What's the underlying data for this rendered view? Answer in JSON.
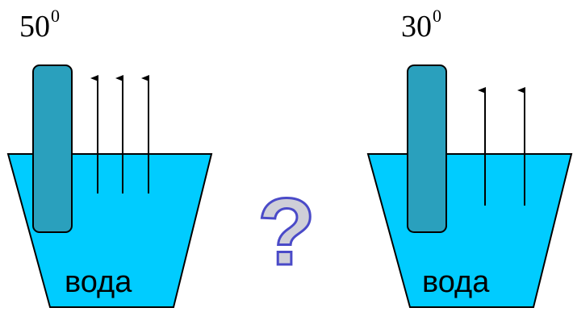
{
  "left_beaker": {
    "temperature_value": "50",
    "temperature_superscript": "0",
    "liquid_label": "вода",
    "vapor_arrow_count": 3
  },
  "right_beaker": {
    "temperature_value": "30",
    "temperature_superscript": "0",
    "liquid_label": "вода",
    "vapor_arrow_count": 2
  },
  "question_mark": "?",
  "colors": {
    "water": "#00ccff",
    "thermometer": "#2aa0bd",
    "question_fill": "#cfcfd8",
    "question_stroke": "#4a4ac8"
  }
}
